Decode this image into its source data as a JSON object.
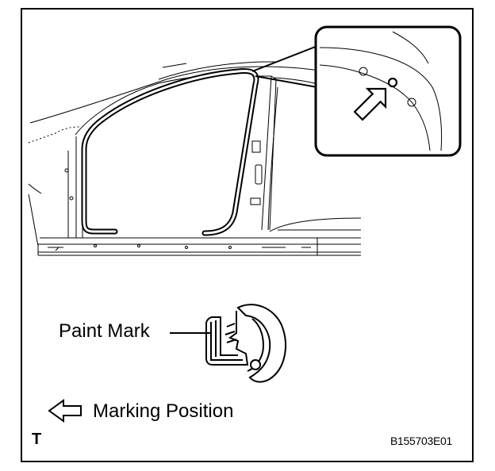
{
  "labels": {
    "paint_mark": "Paint Mark",
    "marking_position": "Marking Position",
    "corner_letter": "T",
    "figure_code": "B155703E01"
  },
  "icons": {
    "direction_arrow": "left-arrow-outline-icon",
    "pointer_arrow": "diagonal-arrow-outline-icon"
  },
  "colors": {
    "line": "#000000",
    "background": "#ffffff"
  }
}
